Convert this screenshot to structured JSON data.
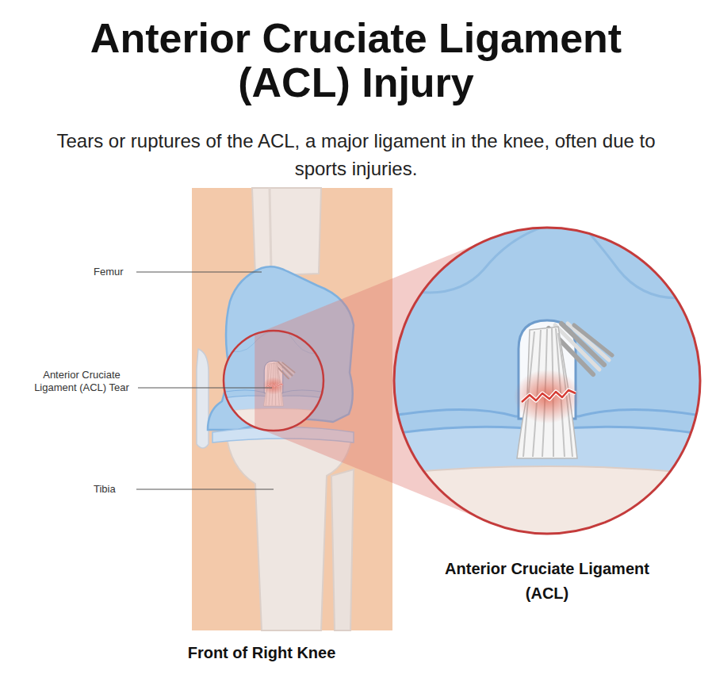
{
  "diagram": {
    "title": "Anterior Cruciate Ligament (ACL) Injury",
    "caption": "Tears or ruptures of the ACL, a major ligament in the knee, often due to sports injuries.",
    "labels": [
      "Femur",
      "Anterior Cruciate Ligament (ACL) Tear",
      "Tibia",
      "Anterior Cruciate Ligament (ACL)",
      "Front of Right Knee"
    ]
  }
}
